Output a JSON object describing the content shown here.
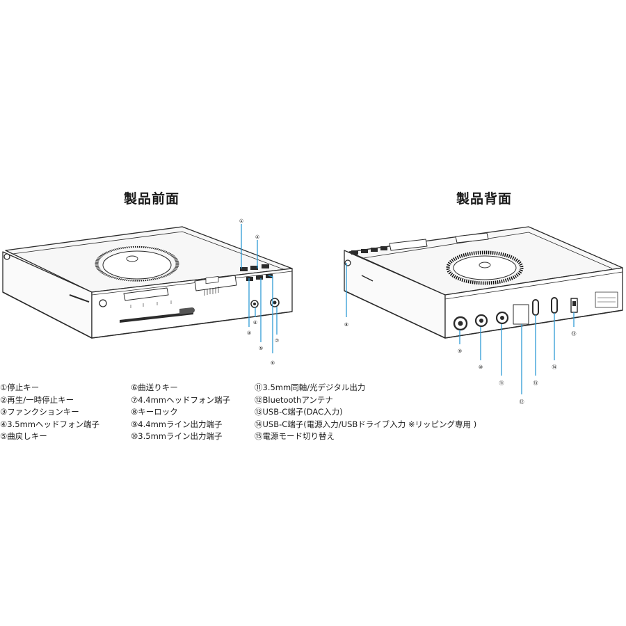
{
  "front_title": "製品前面",
  "back_title": "製品背面",
  "callout_marks": [
    "①",
    "②",
    "③",
    "④",
    "⑤",
    "⑥",
    "⑦",
    "⑧",
    "⑨",
    "⑩",
    "⑪",
    "⑫",
    "⑬",
    "⑭",
    "⑮"
  ],
  "legend": {
    "col1": [
      "①停止キー",
      "②再生/一時停止キー",
      "③ファンクションキー",
      "④3.5mmヘッドフォン端子",
      "⑤曲戻しキー"
    ],
    "col2": [
      "⑥曲送りキー",
      "⑦4.4mmヘッドフォン端子",
      "⑧キーロック",
      "⑨4.4mmライン出力端子",
      "⑩3.5mmライン出力端子"
    ],
    "col3": [
      "⑪3.5mm同軸/光デジタル出力",
      "⑫Bluetoothアンテナ",
      "⑬USB-C端子(DAC入力)",
      "⑭USB-C端子(電源入力/USBドライブ入力 ※リッピング専用 )",
      "⑮電源モード切り替え"
    ]
  },
  "colors": {
    "callout_line": "#2e9bd6",
    "outline": "#2b2b2b",
    "text": "#1a1a1a"
  }
}
